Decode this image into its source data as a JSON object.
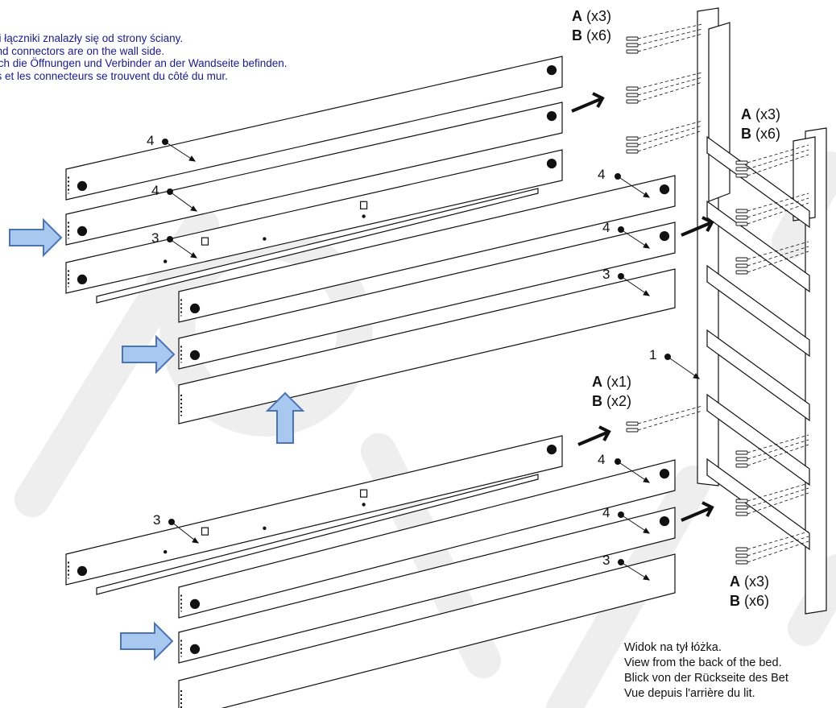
{
  "instructions": [
    "y i łączniki znalazły się od strony ściany.",
    "and connectors are on the wall side.",
    "sich die Öffnungen und Verbinder an der Wandseite befinden.",
    "us et les connecteurs se trouvent du côté du mur."
  ],
  "view_note": [
    "Widok na tył łóżka.",
    "View from the back of the bed.",
    "Blick von der Rückseite des Bet",
    "Vue depuis l'arrière du lit."
  ],
  "quantities": [
    {
      "a_letter": "A",
      "a_count": "(x3)",
      "b_letter": "B",
      "b_count": "(x6)"
    },
    {
      "a_letter": "A",
      "a_count": "(x3)",
      "b_letter": "B",
      "b_count": "(x6)"
    },
    {
      "a_letter": "A",
      "a_count": "(x1)",
      "b_letter": "B",
      "b_count": "(x2)"
    },
    {
      "a_letter": "A",
      "a_count": "(x3)",
      "b_letter": "B",
      "b_count": "(x6)"
    }
  ],
  "part_labels": [
    "4",
    "4",
    "3",
    "4",
    "4",
    "3",
    "1",
    "3",
    "4",
    "4",
    "3"
  ],
  "colors": {
    "arrow_fill": "#a9c8ef",
    "arrow_stroke": "#4a74b4",
    "watermark": "#eeeeee",
    "text_blue": "#1a1a8c"
  }
}
